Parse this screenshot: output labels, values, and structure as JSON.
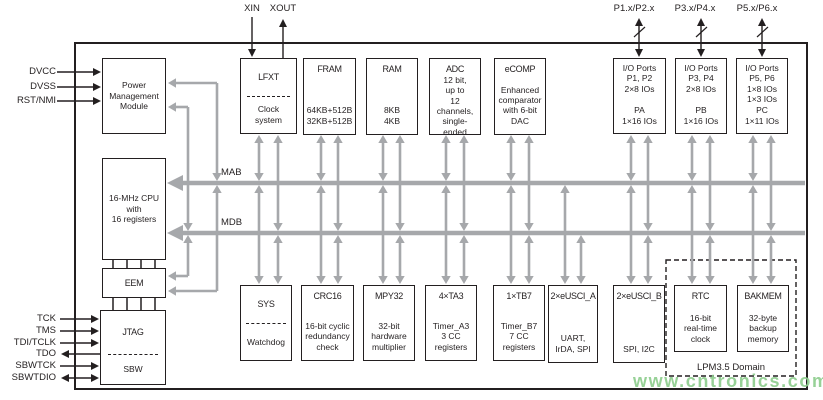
{
  "watermark": "www.cntronics.com",
  "pins": {
    "crystal": [
      "XIN",
      "XOUT"
    ],
    "ports": [
      "P1.x/P2.x",
      "P3.x/P4.x",
      "P5.x/P6.x"
    ],
    "power": [
      "DVCC",
      "DVSS",
      "RST/NMI"
    ],
    "debug": [
      "TCK",
      "TMS",
      "TDI/TCLK",
      "TDO",
      "SBWTCK",
      "SBWTDIO"
    ]
  },
  "buses": {
    "mab": "MAB",
    "mdb": "MDB"
  },
  "lpm_domain": "LPM3.5 Domain",
  "blocks": {
    "pmm": {
      "lines": [
        "Power",
        "Management",
        "Module"
      ]
    },
    "cpu": {
      "lines": [
        "16-MHz CPU",
        "with",
        "16 registers"
      ]
    },
    "eem": {
      "title": "EEM"
    },
    "jtag": {
      "title": "JTAG",
      "sub": "SBW"
    },
    "lfxt": {
      "title": "LFXT",
      "sub": [
        "Clock",
        "system"
      ]
    },
    "fram": {
      "title": "FRAM",
      "lines": [
        "64KB+512B",
        "32KB+512B"
      ]
    },
    "ram": {
      "title": "RAM",
      "lines": [
        "8KB",
        "4KB"
      ]
    },
    "adc": {
      "title": "ADC",
      "lines": [
        "12 bit,",
        "up to",
        "12 channels,",
        "single-ended"
      ]
    },
    "ecomp": {
      "title": "eCOMP",
      "lines": [
        "Enhanced",
        "comparator",
        "with 6-bit",
        "DAC"
      ]
    },
    "port_a": {
      "lines": [
        "I/O Ports",
        "P1, P2",
        "2×8 IOs"
      ],
      "group": "PA",
      "ios": "1×16 IOs"
    },
    "port_b": {
      "lines": [
        "I/O Ports",
        "P3, P4",
        "2×8 IOs"
      ],
      "group": "PB",
      "ios": "1×16 IOs"
    },
    "port_c": {
      "lines": [
        "I/O Ports",
        "P5, P6",
        "1×8 IOs",
        "1×3 IOs"
      ],
      "group": "PC",
      "ios": "1×11 IOs"
    },
    "sys": {
      "title": "SYS",
      "sub": "Watchdog"
    },
    "crc": {
      "title": "CRC16",
      "lines": [
        "16-bit cyclic",
        "redundancy",
        "check"
      ]
    },
    "mpy": {
      "title": "MPY32",
      "lines": [
        "32-bit",
        "hardware",
        "multiplier"
      ]
    },
    "ta3": {
      "title": "4×TA3",
      "lines": [
        "Timer_A3",
        "3 CC",
        "registers"
      ]
    },
    "tb7": {
      "title": "1×TB7",
      "lines": [
        "Timer_B7",
        "7 CC",
        "registers"
      ]
    },
    "eusci_a": {
      "title": "2×eUSCI_A",
      "lines": [
        "UART,",
        "IrDA, SPI"
      ]
    },
    "eusci_b": {
      "title": "2×eUSCI_B",
      "lines": [
        "SPI, I2C"
      ]
    },
    "rtc": {
      "title": "RTC",
      "lines": [
        "16-bit",
        "real-time",
        "clock"
      ]
    },
    "bakmem": {
      "title": "BAKMEM",
      "lines": [
        "32-byte",
        "backup",
        "memory"
      ]
    }
  },
  "colors": {
    "wire": "#a6a8ab",
    "ink": "#231f20",
    "watermark": "#8fce8f"
  }
}
